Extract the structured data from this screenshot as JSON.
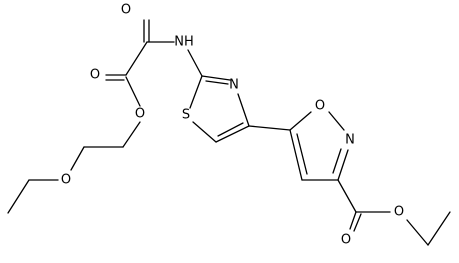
{
  "molecule": {
    "atom_labels": {
      "amide_oxygen": "O",
      "amide_nitrogen": "NH",
      "ester_carbonyl_oxygen": "O",
      "ester_oxygen": "O",
      "ether_oxygen": "O",
      "thiazole_nitrogen": "N",
      "thiazole_sulfur": "S",
      "isoxazole_oxygen": "O",
      "isoxazole_nitrogen": "N",
      "ethyl_ester_carbonyl_oxygen": "O",
      "ethyl_ester_oxygen": "O"
    },
    "colors": {
      "bond": "#000000",
      "label": "#000000",
      "background": "#ffffff"
    }
  }
}
